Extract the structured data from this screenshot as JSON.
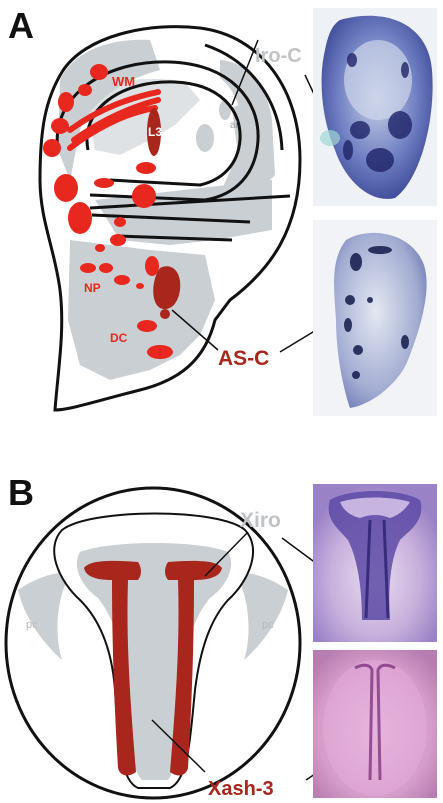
{
  "panel_a": {
    "label": "A",
    "labels": {
      "wm": "WM",
      "l3": "L3",
      "al": "al",
      "np": "NP",
      "dc": "DC",
      "iro_c": "Iro-C",
      "as_c": "AS-C"
    }
  },
  "panel_b": {
    "label": "B",
    "labels": {
      "pc_left": "pc",
      "pc_right": "pc",
      "xiro": "Xiro",
      "xash3": "Xash-3"
    }
  },
  "colors": {
    "outline": "#111111",
    "gray_region": "#c9cfd2",
    "proneural_red": "#e8281e",
    "dark_red": "#a8261c",
    "gray_text": "#c0c4c6",
    "stain_blue": "#3e4a9e",
    "stain_purple": "#6a4aa8"
  }
}
